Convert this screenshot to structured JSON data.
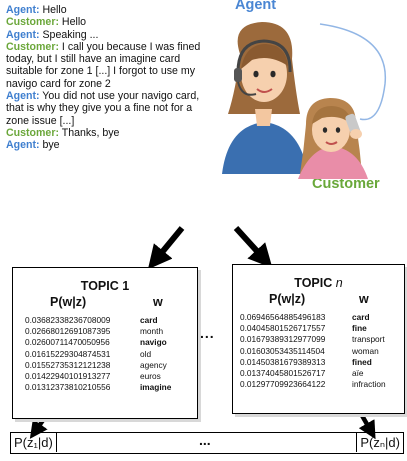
{
  "roles": {
    "agent_label": "Agent",
    "customer_label": "Customer"
  },
  "dialogue": [
    {
      "speaker": "Agent:",
      "role": "agent",
      "text": " Hello"
    },
    {
      "speaker": "Customer:",
      "role": "customer",
      "text": " Hello"
    },
    {
      "speaker": "Agent:",
      "role": "agent",
      "text": " Speaking ..."
    },
    {
      "speaker": "Customer:",
      "role": "customer",
      "text": " I call you because I was fined today, but I still have an imagine card suitable for zone 1 [...] I forgot to use my navigo card for zone 2"
    },
    {
      "speaker": "Agent:",
      "role": "agent",
      "text": " You did not use your navigo card, that is why they give you a fine not for a zone issue [...]"
    },
    {
      "speaker": "Customer:",
      "role": "customer",
      "text": " Thanks, bye"
    },
    {
      "speaker": "Agent:",
      "role": "agent",
      "text": " bye"
    }
  ],
  "topics": [
    {
      "title": "TOPIC 1",
      "title_suffix": "",
      "col_prob": "P(w|z)",
      "col_word": "w",
      "rows": [
        {
          "p": "0.03682338236708009",
          "w": "card",
          "bold": true
        },
        {
          "p": "0.02668012691087395",
          "w": "month",
          "bold": false
        },
        {
          "p": "0.02600711470050956",
          "w": "navigo",
          "bold": true
        },
        {
          "p": "0.01615229304874531",
          "w": "old",
          "bold": false
        },
        {
          "p": "0.01552735312121238",
          "w": "agency",
          "bold": false
        },
        {
          "p": "0.01422940101913277",
          "w": "euros",
          "bold": false
        },
        {
          "p": "0.01312373810210556",
          "w": "imagine",
          "bold": true
        }
      ]
    },
    {
      "title": "TOPIC ",
      "title_suffix": "n",
      "col_prob": "P(w|z)",
      "col_word": "w",
      "rows": [
        {
          "p": "0.06946564885496183",
          "w": "card",
          "bold": true
        },
        {
          "p": "0.04045801526717557",
          "w": "fine",
          "bold": true
        },
        {
          "p": "0.01679389312977099",
          "w": "transport",
          "bold": false
        },
        {
          "p": "0.01603053435114504",
          "w": "woman",
          "bold": false
        },
        {
          "p": "0.01450381679389313",
          "w": "fined",
          "bold": true
        },
        {
          "p": "0.01374045801526717",
          "w": "aïe",
          "bold": false
        },
        {
          "p": "0.01297709923664122",
          "w": "infraction",
          "bold": false
        }
      ]
    }
  ],
  "ellipsis": "...",
  "bottom_bar": {
    "first": "P(z₁|d)",
    "last": "P(zₙ|d)",
    "ellipsis": "..."
  },
  "colors": {
    "agent": "#3f7fcf",
    "customer": "#6ba73a"
  }
}
